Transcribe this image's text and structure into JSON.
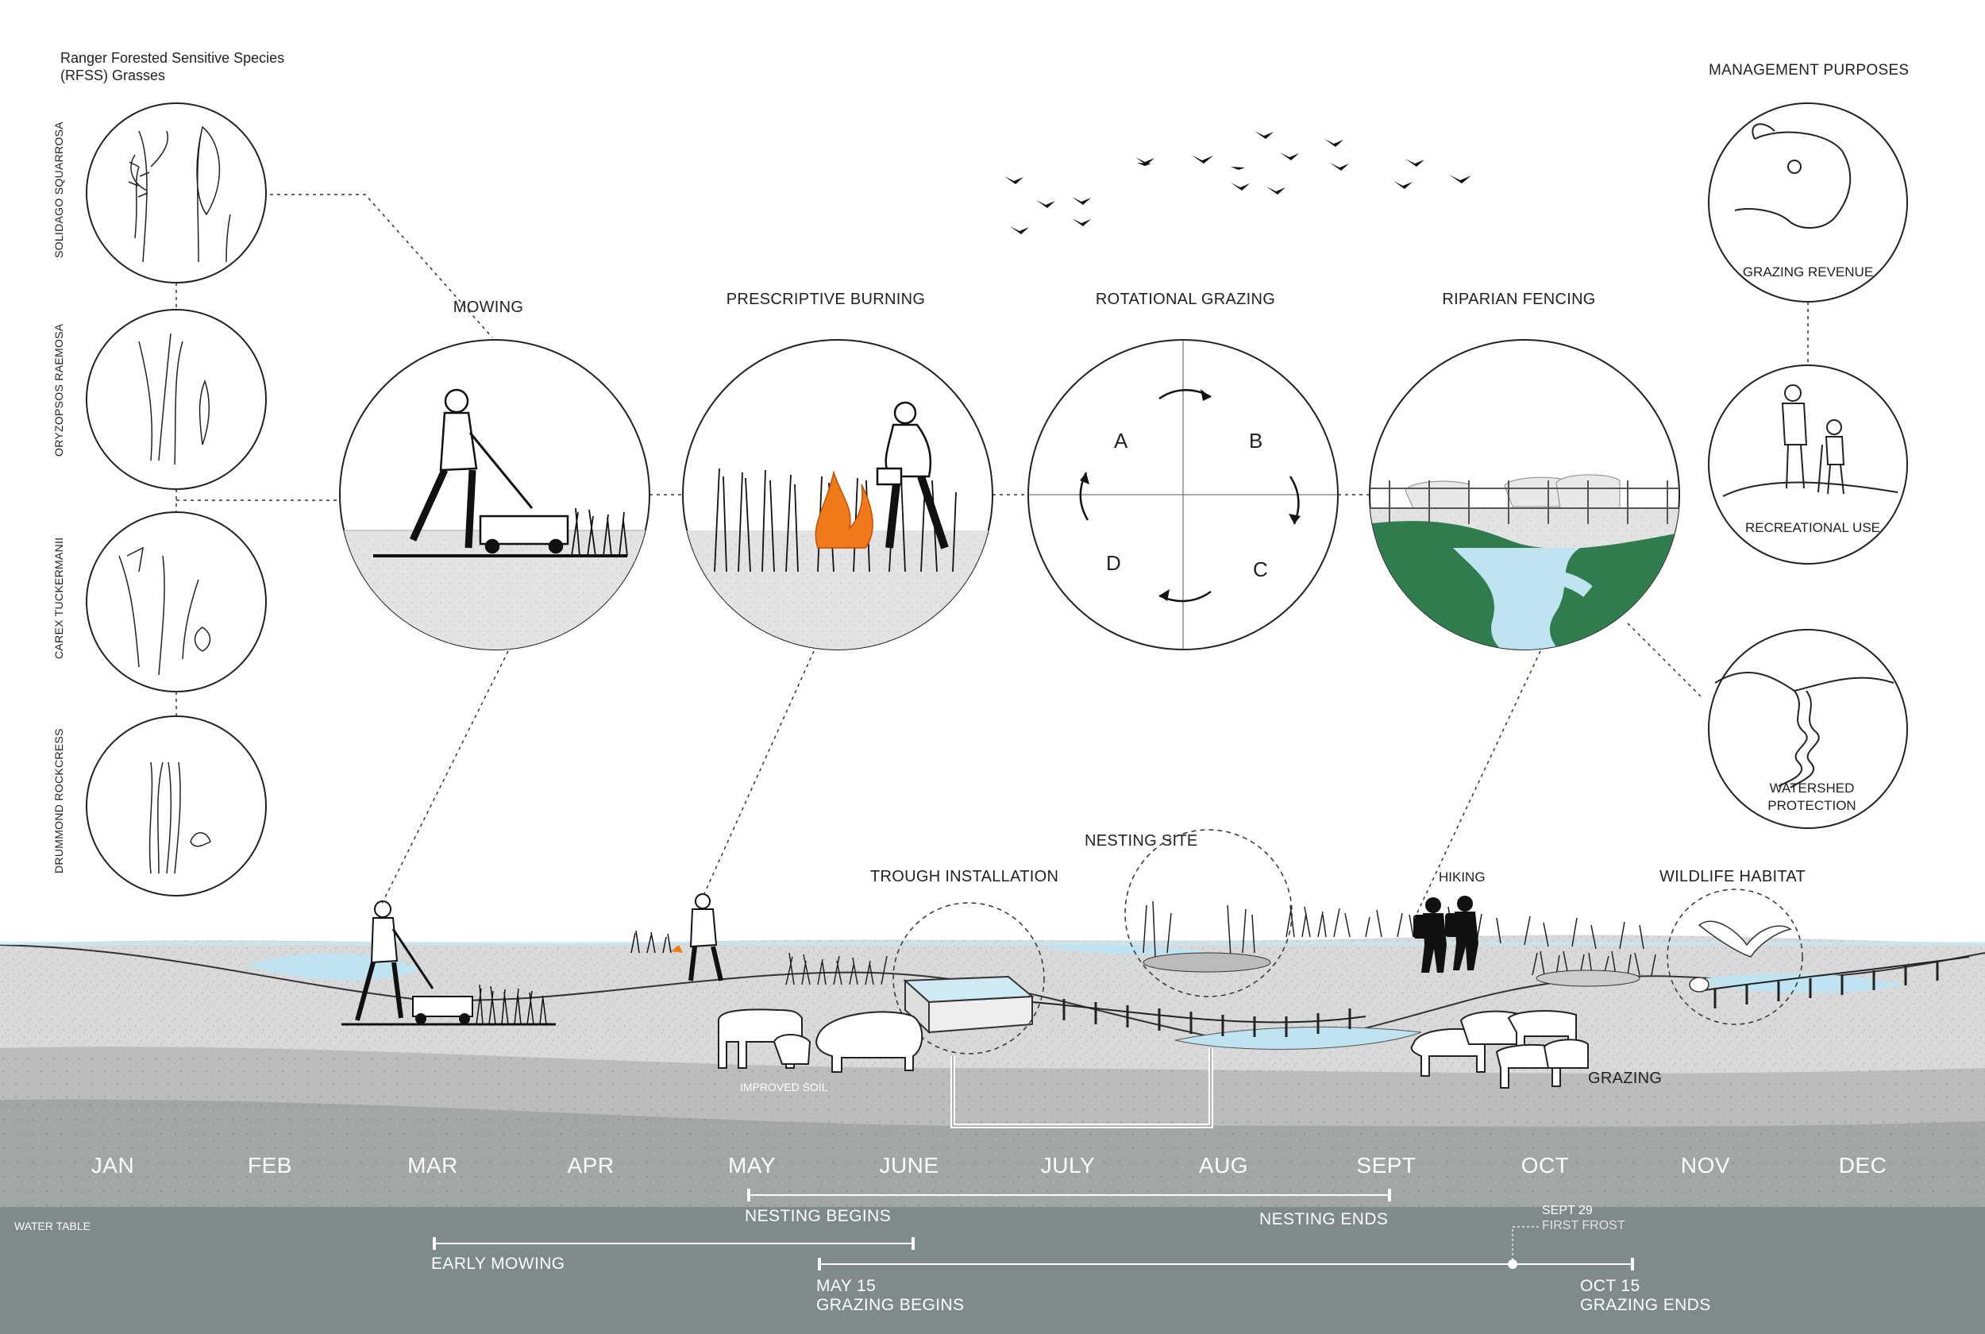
{
  "species_panel": {
    "title": "Ranger Forested Sensitive Species (RFSS) Grasses",
    "species": [
      "SOLIDAGO SQUARROSA",
      "ORYZOPSOS RAEMOSA",
      "CAREX TUCKERMANII",
      "DRUMMOND ROCKCRESS"
    ]
  },
  "methods": [
    {
      "label": "MOWING"
    },
    {
      "label": "PRESCRIPTIVE BURNING"
    },
    {
      "label": "ROTATIONAL GRAZING",
      "paddocks": [
        "A",
        "B",
        "C",
        "D"
      ]
    },
    {
      "label": "RIPARIAN FENCING"
    }
  ],
  "management": {
    "title": "MANAGEMENT PURPOSES",
    "purposes": [
      "GRAZING REVENUE",
      "RECREATIONAL USE",
      "WATERSHED PROTECTION"
    ]
  },
  "section_labels": {
    "trough": "TROUGH INSTALLATION",
    "nesting_site": "NESTING SITE",
    "hiking": "HIKING",
    "wildlife": "WILDLIFE HABITAT",
    "grazing": "GRAZING",
    "improved_soil": "IMPROVED SOIL",
    "water_table": "WATER TABLE"
  },
  "months": [
    "JAN",
    "FEB",
    "MAR",
    "APR",
    "MAY",
    "JUNE",
    "JULY",
    "AUG",
    "SEPT",
    "OCT",
    "NOV",
    "DEC"
  ],
  "timeline": {
    "nesting_begins": "NESTING BEGINS",
    "nesting_ends": "NESTING ENDS",
    "early_mowing": "EARLY MOWING",
    "grazing_begins_date": "MAY 15",
    "grazing_begins": "GRAZING BEGINS",
    "first_frost_date": "SEPT 29",
    "first_frost": "FIRST FROST",
    "grazing_ends_date": "OCT 15",
    "grazing_ends": "GRAZING ENDS"
  },
  "colors": {
    "water": "#bfe3f0",
    "riparian_green": "#2f7d4f",
    "fire_orange": "#f07a1a",
    "soil_light": "#d7d7d7",
    "soil_mid": "#b9b9b9",
    "soil_dark": "#9ea2a3",
    "water_table_band": "#7f8a8d"
  }
}
